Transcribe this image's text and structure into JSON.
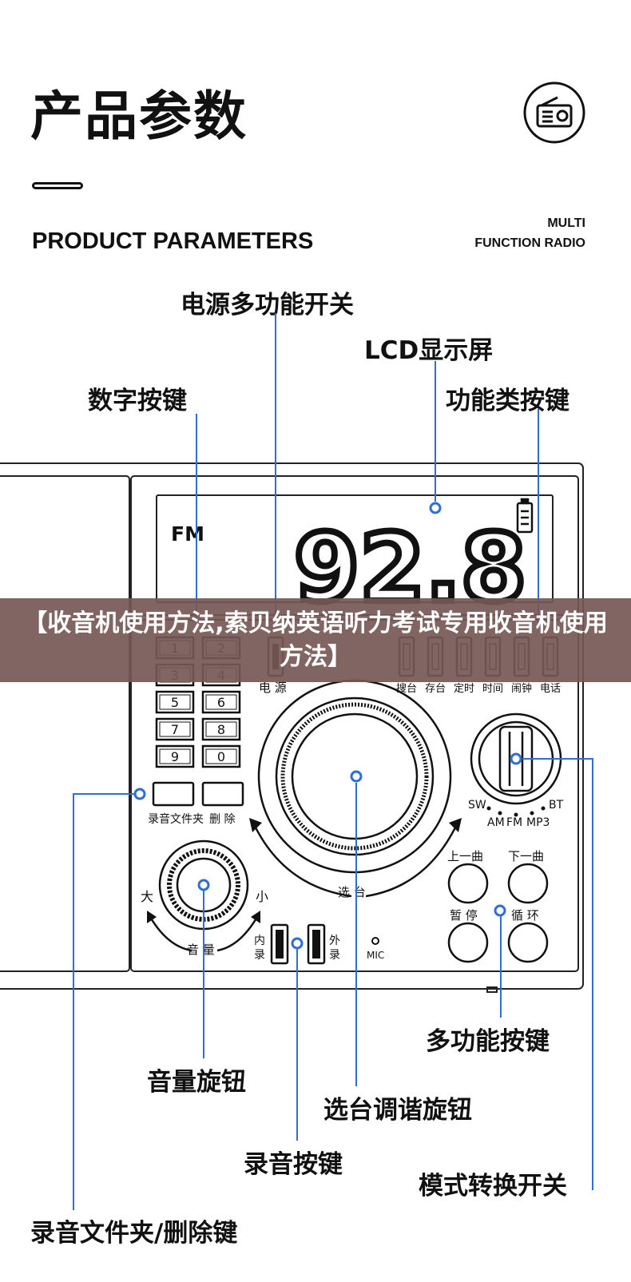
{
  "header": {
    "title_cn": "产品参数",
    "title_en": "PRODUCT PARAMETERS",
    "badge_line1": "MULTI",
    "badge_line2": "FUNCTION RADIO",
    "badge_icon": "radio-icon"
  },
  "callouts": {
    "power_switch": "电源多功能开关",
    "lcd": "LCD显示屏",
    "number_keys": "数字按键",
    "function_keys": "功能类按键",
    "multi_keys": "多功能按键",
    "volume_knob": "音量旋钮",
    "tuning_knob": "选台调谐旋钮",
    "record_keys": "录音按键",
    "mode_switch": "模式转换开关",
    "folder_delete": "录音文件夹/删除键"
  },
  "device": {
    "lcd_band": "FM",
    "frequency": "92.8",
    "number_keys": [
      "1",
      "2",
      "3",
      "4",
      "5",
      "6",
      "7",
      "8",
      "9",
      "0"
    ],
    "folder_label": "录音文件夹",
    "delete_label": "删 除",
    "power_label": "电 源",
    "function_buttons": [
      "搜台",
      "存台",
      "定时",
      "时间",
      "闹钟",
      "电话"
    ],
    "mode_labels": {
      "sw": "SW",
      "am": "AM",
      "fm": "FM",
      "mp3": "MP3",
      "bt": "BT"
    },
    "track_buttons": [
      "上一曲",
      "下一曲",
      "暂 停",
      "循 环"
    ],
    "tuning_label": "选 台",
    "volume_label": "音 量",
    "volume_big": "大",
    "volume_small": "小",
    "rec_internal": [
      "内",
      "录"
    ],
    "rec_external": [
      "外",
      "录"
    ],
    "mic_label": "MIC"
  },
  "banner": {
    "text": "【收音机使用方法,索贝纳英语听力考试专用收音机使用方法】"
  },
  "colors": {
    "accent_blue": "#2f6fd1",
    "banner_bg": "#765856"
  }
}
